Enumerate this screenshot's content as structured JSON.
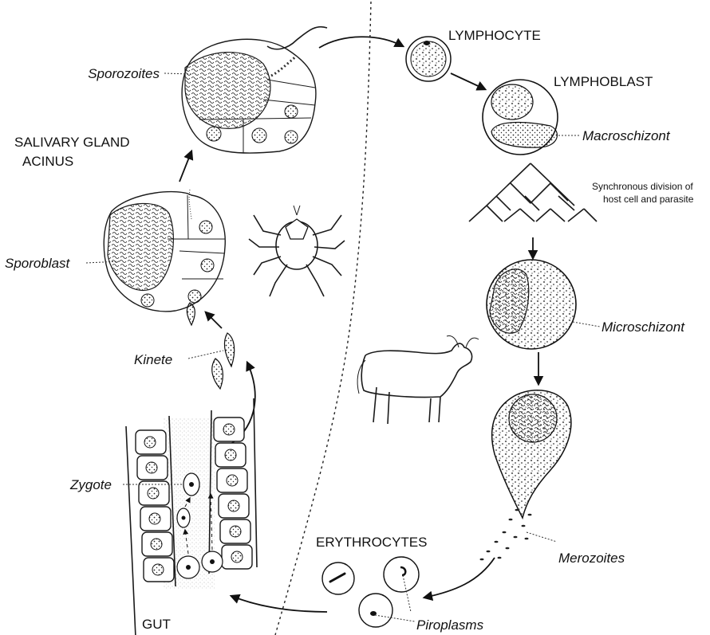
{
  "labels": {
    "sporozoites": "Sporozoites",
    "salivary_gland_line1": "SALIVARY GLAND",
    "salivary_gland_line2": "ACINUS",
    "sporoblast": "Sporoblast",
    "kinete": "Kinete",
    "zygote": "Zygote",
    "gut": "GUT",
    "lymphocyte": "LYMPHOCYTE",
    "lymphoblast": "LYMPHOBLAST",
    "macroschizont": "Macroschizont",
    "sync_line1": "Synchronous division of",
    "sync_line2": "host cell and parasite",
    "microschizont": "Microschizont",
    "merozoites": "Merozoites",
    "erythrocytes": "ERYTHROCYTES",
    "piroplasms": "Piroplasms"
  },
  "icons": {
    "tick": "tick-icon",
    "cattle": "cattle-icon"
  },
  "colors": {
    "ink": "#1a1a1a",
    "background": "#ffffff"
  }
}
